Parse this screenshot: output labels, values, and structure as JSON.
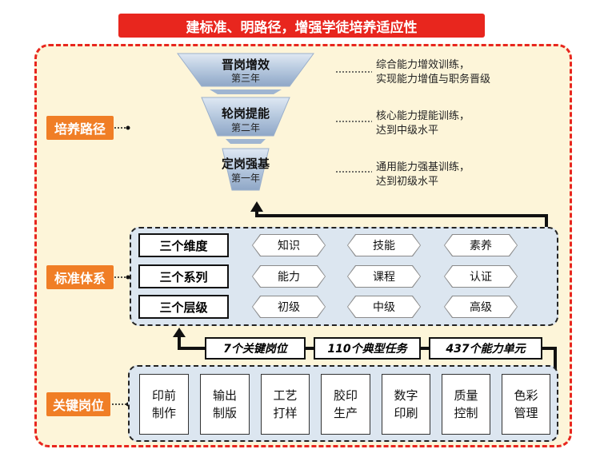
{
  "title": "建标准、明路径，增强学徒培养适应性",
  "sections": {
    "path": "培养路径",
    "standard": "标准体系",
    "position": "关键岗位"
  },
  "tiers": [
    {
      "title": "晋岗增效",
      "sub": "第三年",
      "note1": "综合能力增效训练，",
      "note2": "实现能力增值与职务晋级"
    },
    {
      "title": "轮岗提能",
      "sub": "第二年",
      "note1": "核心能力提能训练，",
      "note2": "达到中级水平"
    },
    {
      "title": "定岗强基",
      "sub": "第一年",
      "note1": "通用能力强基训练，",
      "note2": "达到初级水平"
    }
  ],
  "dimensions": [
    {
      "label": "三个维度",
      "items": [
        "知识",
        "技能",
        "素养"
      ]
    },
    {
      "label": "三个系列",
      "items": [
        "能力",
        "课程",
        "认证"
      ]
    },
    {
      "label": "三个层级",
      "items": [
        "初级",
        "中级",
        "高级"
      ]
    }
  ],
  "counts": [
    "7个关键岗位",
    "110个典型任务",
    "437个能力单元"
  ],
  "steps": [
    {
      "l1": "印前",
      "l2": "制作"
    },
    {
      "l1": "输出",
      "l2": "制版"
    },
    {
      "l1": "工艺",
      "l2": "打样"
    },
    {
      "l1": "胶印",
      "l2": "生产"
    },
    {
      "l1": "数字",
      "l2": "印刷"
    },
    {
      "l1": "质量",
      "l2": "控制"
    },
    {
      "l1": "色彩",
      "l2": "管理"
    }
  ],
  "colors": {
    "header": "#e8261e",
    "label": "#f07e26",
    "panel": "#dce6f0",
    "funnel_dark": "#8fa7c7",
    "funnel_light": "#dfe8f3"
  }
}
